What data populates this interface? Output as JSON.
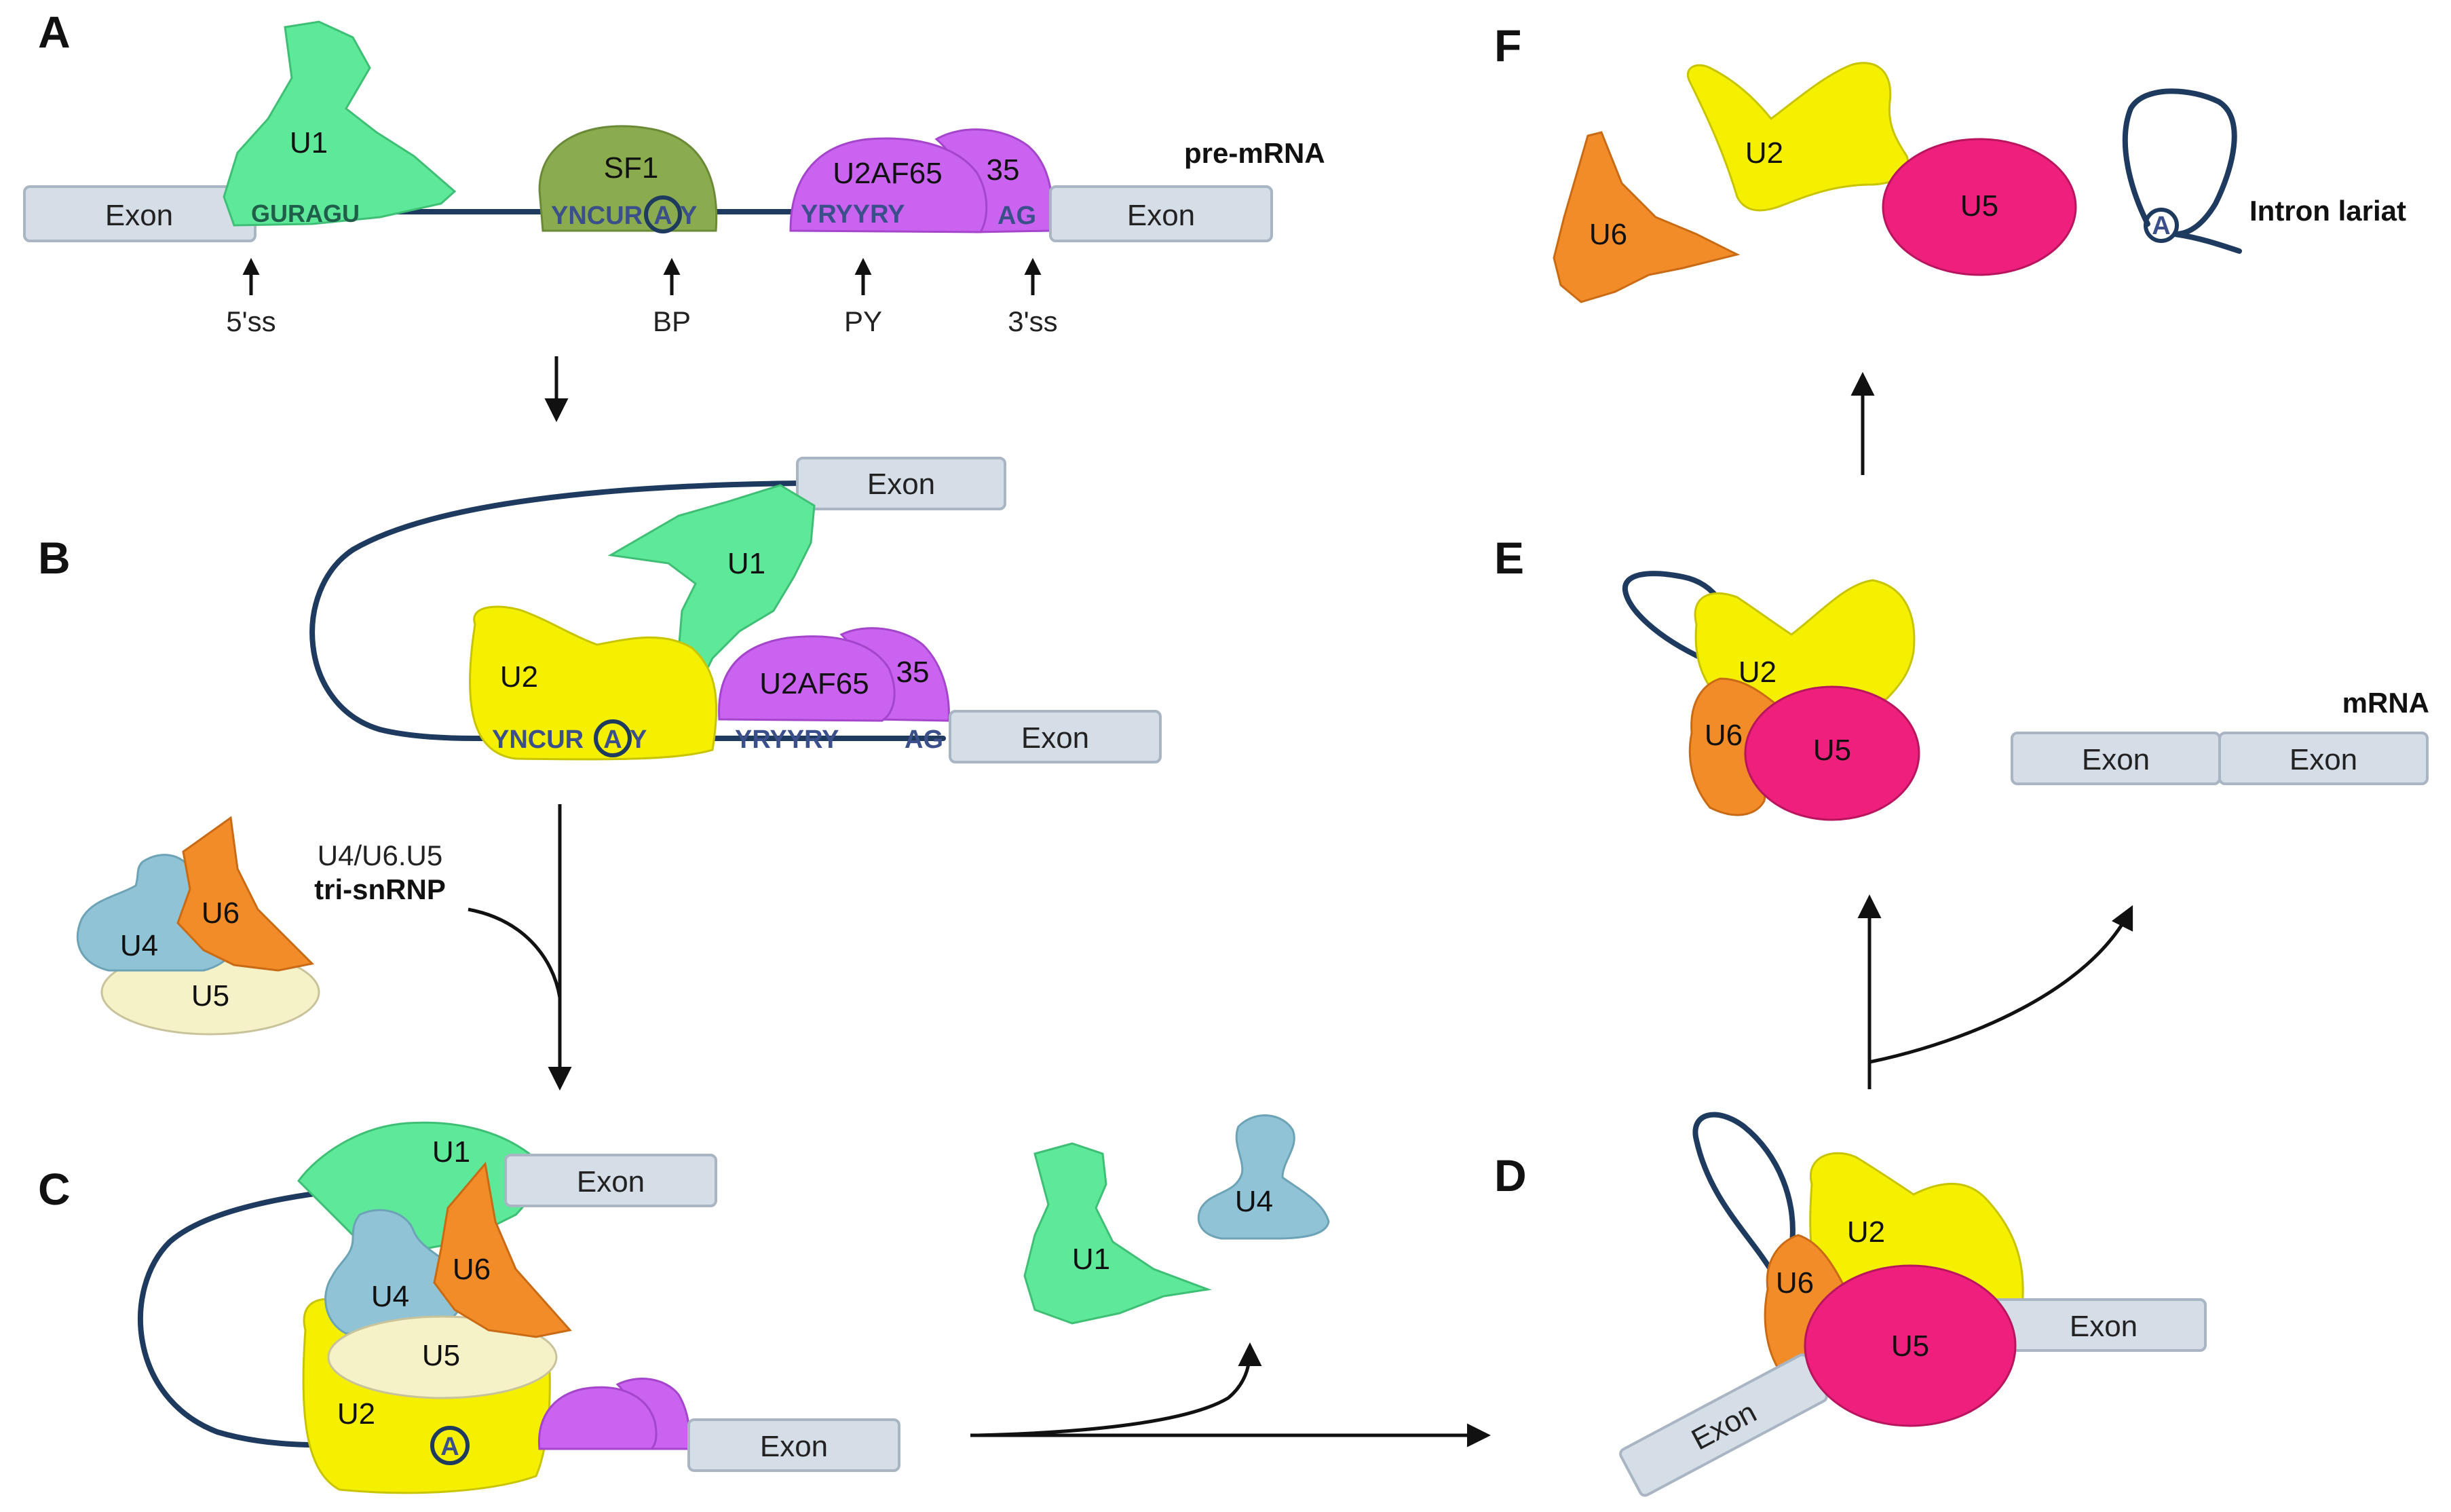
{
  "panels": {
    "a": "A",
    "b": "B",
    "c": "C",
    "d": "D",
    "e": "E",
    "f": "F"
  },
  "components": {
    "u1": "U1",
    "u2": "U2",
    "u4": "U4",
    "u5": "U5",
    "u6": "U6",
    "sf1": "SF1",
    "u2af65": "U2AF65",
    "u2af35": "35"
  },
  "exon": "Exon",
  "sequences": {
    "five_ss_seq": "GURAGU",
    "bp_seq_left": "YNCUR",
    "bp_seq_right": "Y",
    "bp_nucleotide": "A",
    "py_seq": "YRYYRY",
    "three_ss_seq": "AG"
  },
  "sites": {
    "five_ss": "5'ss",
    "bp": "BP",
    "py": "PY",
    "three_ss": "3'ss"
  },
  "labels": {
    "pre_mrna": "pre-mRNA",
    "tri_snrnp_line1": "U4/U6.U5",
    "tri_snrnp_line2": "tri-snRNP",
    "mrna": "mRNA",
    "intron_lariat": "Intron lariat"
  },
  "colors": {
    "u1": "#5ee89a",
    "u2": "#f5f000",
    "u4": "#8fc3d5",
    "u5_tri": "#f6f2c8",
    "u5_core": "#ee1f7d",
    "u6": "#f28c28",
    "sf1": "#8bac4e",
    "u2af": "#c963f0",
    "exon": "#d5dde7",
    "rna": "#1e3a5f"
  }
}
